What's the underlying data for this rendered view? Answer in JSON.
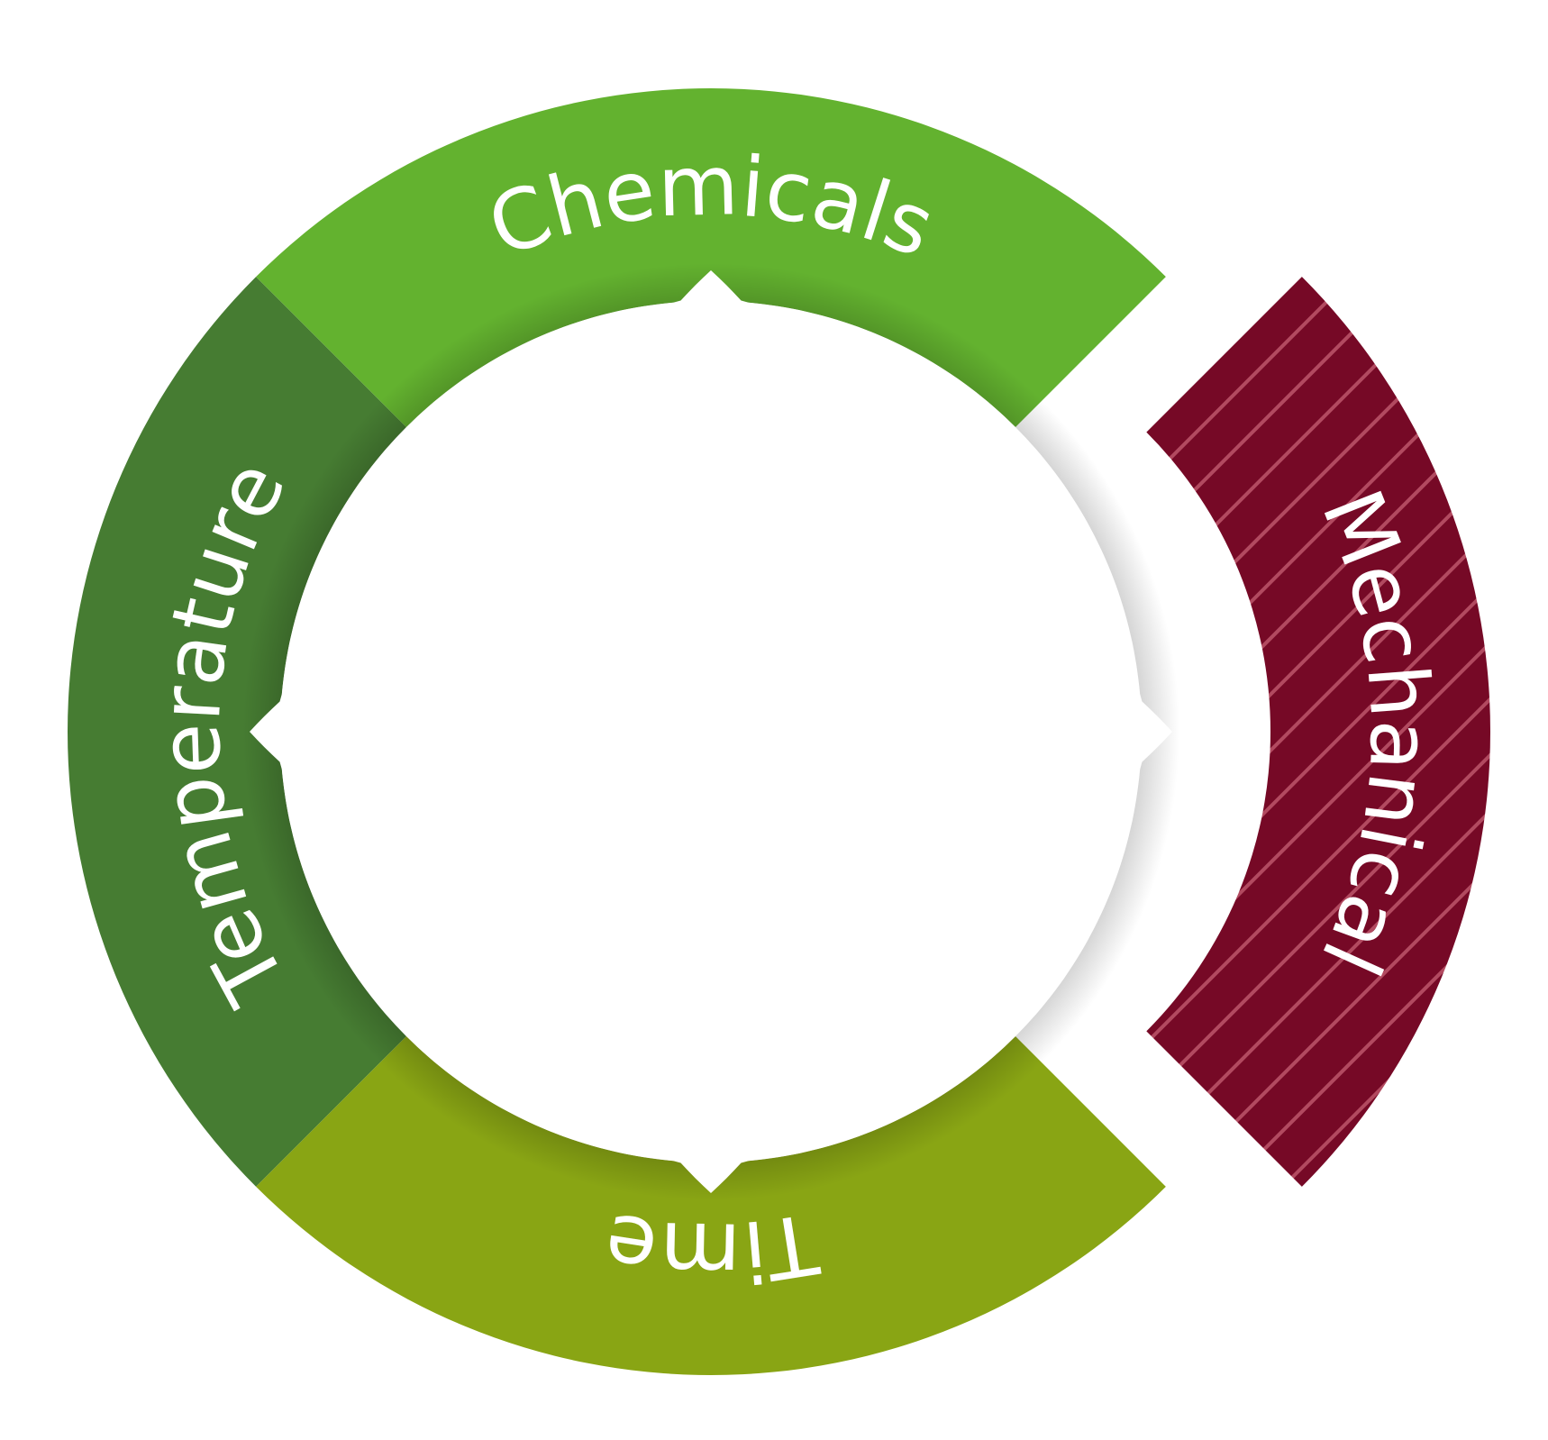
{
  "segments": [
    {
      "id": "chemicals",
      "label": "Chemicals",
      "color": "#63b22f"
    },
    {
      "id": "mechanical",
      "label": "Mechanical",
      "color": "#760926",
      "pattern": "diagonal-stripes",
      "stripe_color": "#b24a60"
    },
    {
      "id": "time",
      "label": "Time",
      "color": "#89a514"
    },
    {
      "id": "temperature",
      "label": "Temperature",
      "color": "#467c32"
    }
  ],
  "center_color": "#ffffff"
}
